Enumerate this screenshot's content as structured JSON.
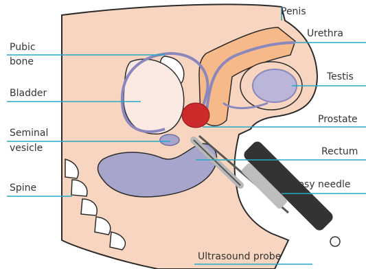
{
  "labels": {
    "penis": "Penis",
    "urethra": "Urethra",
    "pubic_bone_line1": "Pubic",
    "pubic_bone_line2": "bone",
    "testis": "Testis",
    "bladder": "Bladder",
    "prostate": "Prostate",
    "seminal_vesicle_line1": "Seminal",
    "seminal_vesicle_line2": "vesicle",
    "rectum": "Rectum",
    "biopsy_needle": "Biopsy needle",
    "spine": "Spine",
    "ultrasound_probe": "Ultrasound probe"
  },
  "colors": {
    "skin": "#f8d5c0",
    "skin_outline": "#2b2b2b",
    "penis_tissue": "#f5b98a",
    "urethra_tube": "#8a87bd",
    "testis": "#b9b6d9",
    "bladder": "#fbe9e3",
    "prostate": "#cc2a2a",
    "rectum": "#a7a5cc",
    "bone": "#ffffff",
    "leader_line": "#23a9c9",
    "probe_body": "#333333",
    "probe_shaft": "#b8b8b8"
  }
}
